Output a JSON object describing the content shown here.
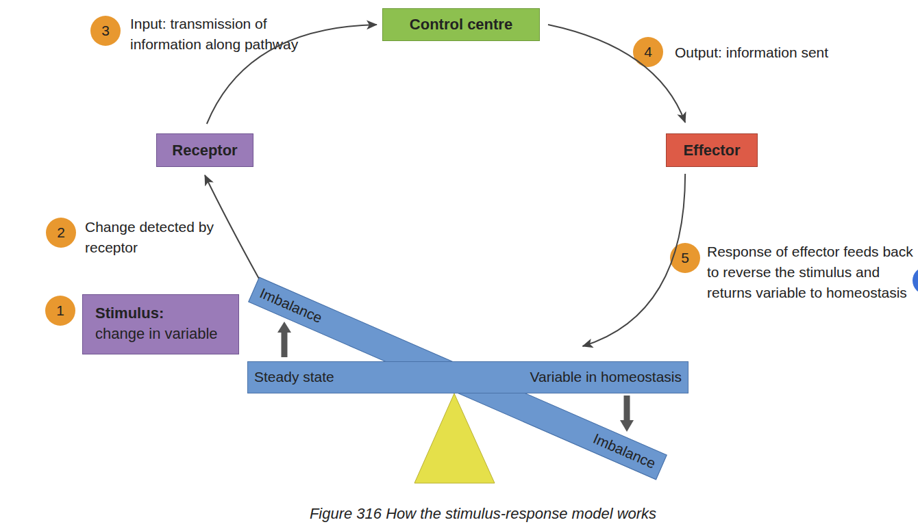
{
  "diagram": {
    "caption": "Figure 316 How the stimulus-response model works",
    "nodes": [
      {
        "text": [
          "Control centre"
        ]
      },
      {
        "text": [
          "Receptor"
        ]
      },
      {
        "text": [
          "Effector"
        ]
      },
      {
        "text": [
          "Stimulus:",
          "change in variable"
        ]
      },
      {
        "text": [
          "Imbalance",
          "Imbalance"
        ]
      },
      {
        "text": [
          "Steady state",
          "Variable in homeostasis"
        ]
      }
    ],
    "edges": [
      {
        "from": 1,
        "to": 0,
        "arrow": "to"
      },
      {
        "from": 0,
        "to": 2,
        "arrow": "to"
      },
      {
        "from": 2,
        "to": 5,
        "arrow": "to"
      },
      {
        "from": 4,
        "to": 1,
        "arrow": "to"
      }
    ],
    "labels": [
      "3",
      "Input: transmission of information along pathway",
      "4",
      "Output: information sent",
      "2",
      "Change detected by receptor",
      "5",
      "Response of effector feeds back to reverse the stimulus and returns variable to homeostasis",
      "1"
    ]
  }
}
